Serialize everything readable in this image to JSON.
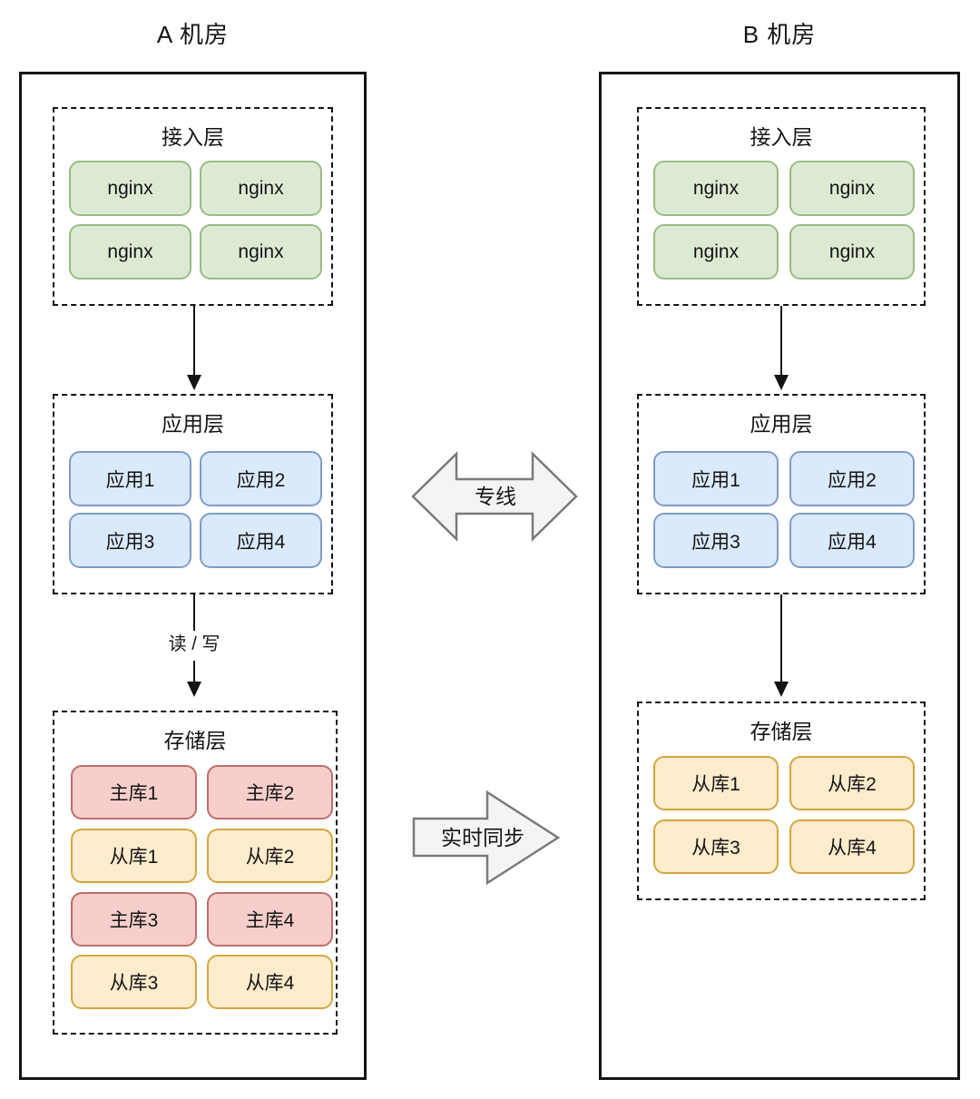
{
  "colors": {
    "green_fill": "#dcead3",
    "green_border": "#9bbb85",
    "blue_fill": "#dae9fb",
    "blue_border": "#7f9dc7",
    "red_fill": "#f7cecb",
    "red_border": "#bd6e6a",
    "yellow_fill": "#ffebcd",
    "yellow_border": "#d3a73e",
    "connector_fill": "#f4f4f4",
    "connector_stroke": "#7a7a7a",
    "line_color": "#141414"
  },
  "dc_a": {
    "title": "A 机房",
    "access": {
      "title": "接入层",
      "n1": "nginx",
      "n2": "nginx",
      "n3": "nginx",
      "n4": "nginx"
    },
    "app": {
      "title": "应用层",
      "n1": "应用1",
      "n2": "应用2",
      "n3": "应用3",
      "n4": "应用4"
    },
    "rw_label": "读 / 写",
    "storage": {
      "title": "存储层",
      "n1": "主库1",
      "n2": "主库2",
      "n3": "从库1",
      "n4": "从库2",
      "n5": "主库3",
      "n6": "主库4",
      "n7": "从库3",
      "n8": "从库4"
    }
  },
  "dc_b": {
    "title": "B 机房",
    "access": {
      "title": "接入层",
      "n1": "nginx",
      "n2": "nginx",
      "n3": "nginx",
      "n4": "nginx"
    },
    "app": {
      "title": "应用层",
      "n1": "应用1",
      "n2": "应用2",
      "n3": "应用3",
      "n4": "应用4"
    },
    "storage": {
      "title": "存储层",
      "n1": "从库1",
      "n2": "从库2",
      "n3": "从库3",
      "n4": "从库4"
    }
  },
  "connectors": {
    "dedicated_line": "专线",
    "realtime_sync": "实时同步"
  }
}
